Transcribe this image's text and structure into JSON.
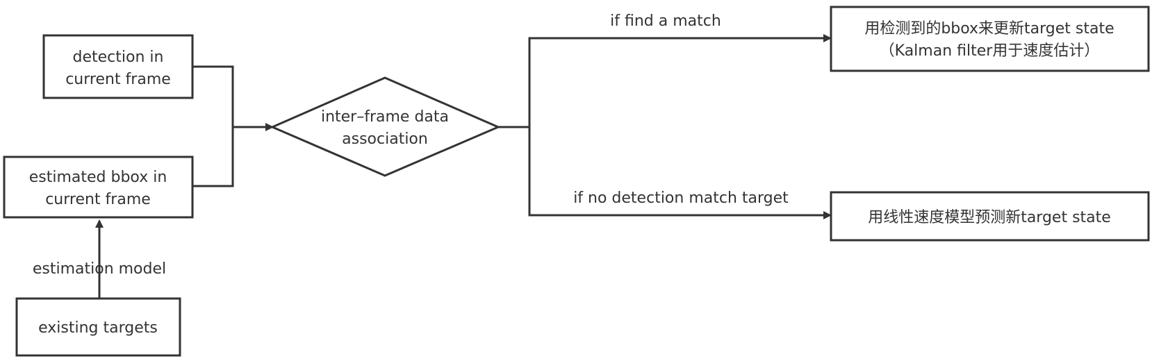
{
  "nodes": {
    "detection": {
      "lines": [
        "detection in",
        "current frame"
      ]
    },
    "estimated_bbox": {
      "lines": [
        "estimated bbox in",
        "current frame"
      ]
    },
    "existing_targets": {
      "lines": [
        "existing targets"
      ]
    },
    "association": {
      "lines": [
        "inter–frame data",
        "association"
      ]
    },
    "update_state": {
      "lines": [
        "用检测到的bbox来更新target state",
        "（Kalman filter用于速度估计）"
      ]
    },
    "predict_state": {
      "lines": [
        "用线性速度模型预测新target state"
      ]
    }
  },
  "edges": {
    "estimation_model": "estimation model",
    "find_match": "if find a match",
    "no_match": "if no detection match target"
  },
  "colors": {
    "stroke": "#333333",
    "text": "#333333",
    "background": "#ffffff"
  }
}
